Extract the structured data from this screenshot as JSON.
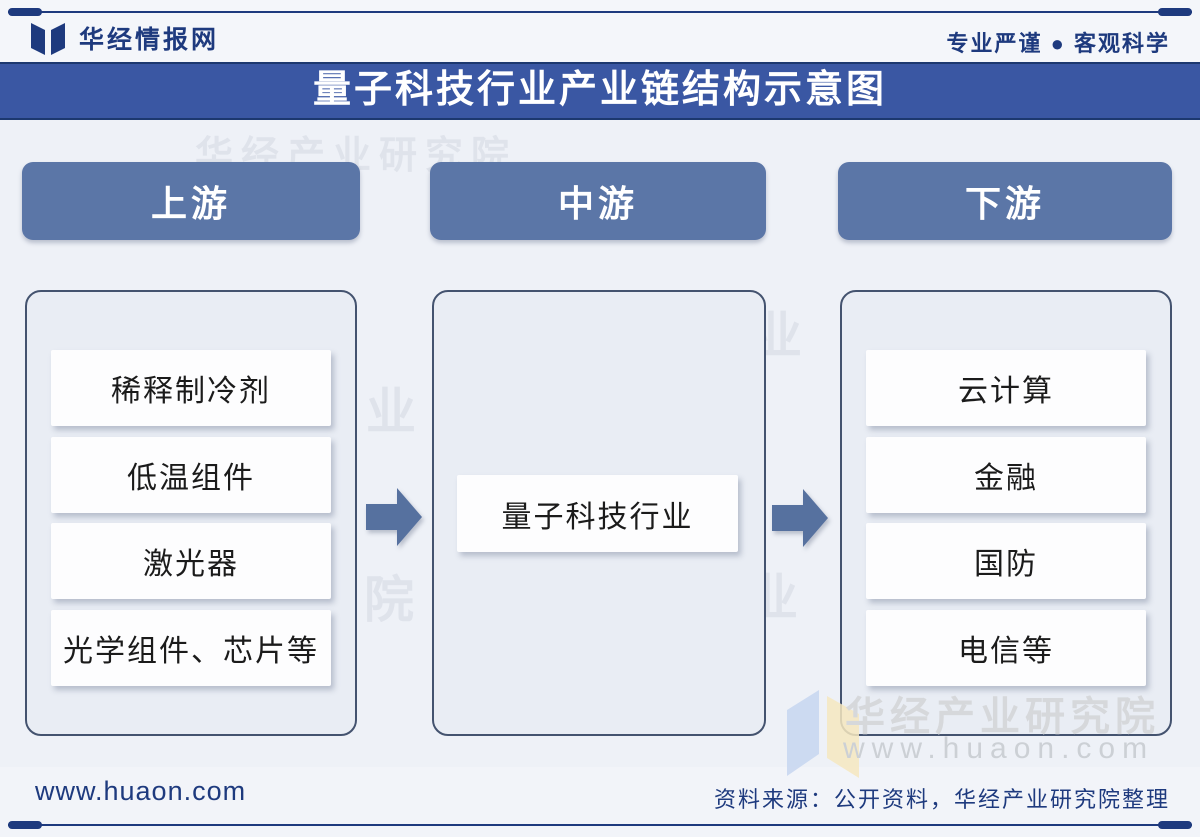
{
  "header": {
    "brand": "华经情报网",
    "tagline": "专业严谨 ● 客观科学"
  },
  "title": "量子科技行业产业链结构示意图",
  "columns": [
    {
      "header": "上游",
      "items": [
        "稀释制冷剂",
        "低温组件",
        "激光器",
        "光学组件、芯片等"
      ]
    },
    {
      "header": "中游",
      "items": [
        "量子科技行业"
      ]
    },
    {
      "header": "下游",
      "items": [
        "云计算",
        "金融",
        "国防",
        "电信等"
      ]
    }
  ],
  "watermark": {
    "org": "华经产业研究院",
    "site": "www.huaon.com",
    "ghosts": [
      "华经产业研究院",
      "业",
      "院",
      "业",
      "业"
    ]
  },
  "footer": {
    "site": "www.huaon.com",
    "source": "资料来源：公开资料，华经产业研究院整理"
  },
  "colors": {
    "navy": "#1e3a7e",
    "title_bar_bg": "#3a57a3",
    "stage_pill_bg": "#5b76a7",
    "arrow": "#56719f",
    "box_border": "#44536f",
    "box_bg": "#e9edf4",
    "item_bg": "#fdfdfe",
    "page_bg": "#eef1f7",
    "watermark_gray": "#d6d8db"
  }
}
